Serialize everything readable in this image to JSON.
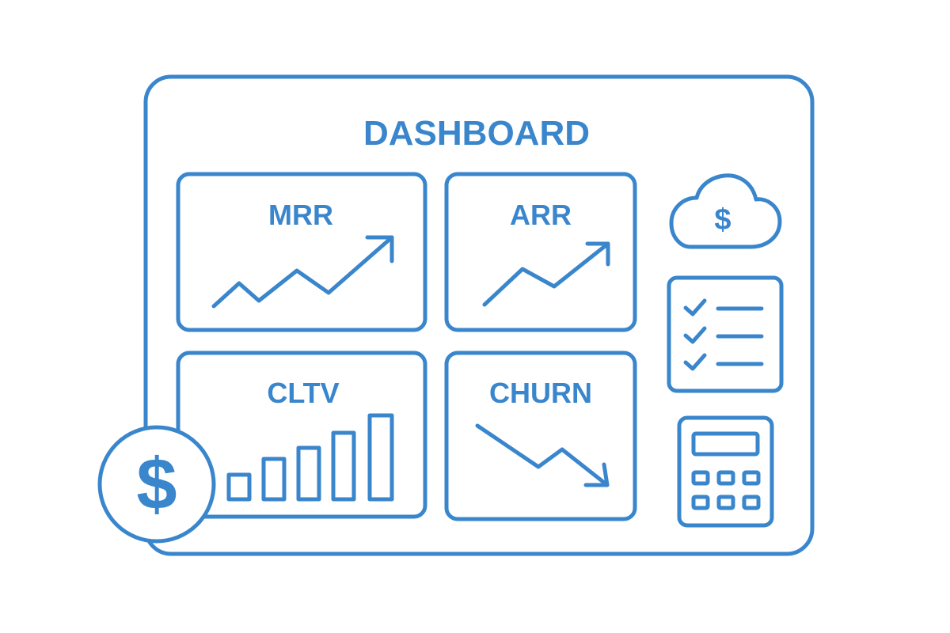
{
  "title": "DASHBOARD",
  "cards": [
    {
      "label": "MRR",
      "trend": "up"
    },
    {
      "label": "ARR",
      "trend": "up"
    },
    {
      "label": "CLTV",
      "trend": "bars-increasing"
    },
    {
      "label": "CHURN",
      "trend": "down"
    }
  ],
  "side_icons": [
    "cloud-dollar-icon",
    "checklist-icon",
    "calculator-icon"
  ],
  "badge": {
    "glyph": "$",
    "icon": "dollar-coin-icon"
  },
  "cloud_glyph": "$",
  "colors": {
    "accent": "#3a86cc",
    "background": "#ffffff"
  }
}
